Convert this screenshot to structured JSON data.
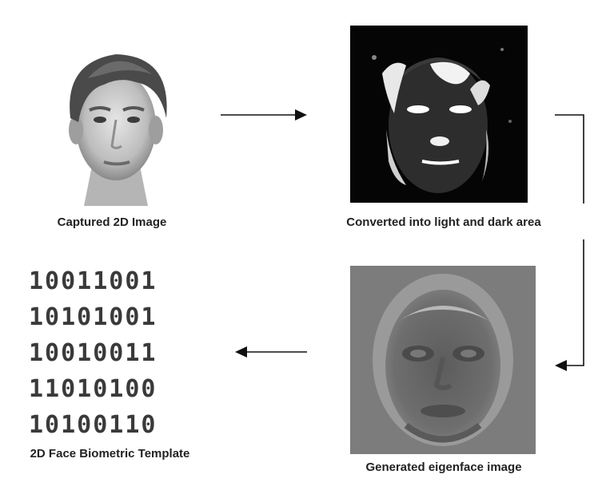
{
  "captions": {
    "captured": "Captured 2D Image",
    "converted": "Converted into light and dark area",
    "eigenface": "Generated eigenface image",
    "template": "2D Face Biometric Template"
  },
  "binary_rows": [
    "10011001",
    "10101001",
    "10010011",
    "11010100",
    "10100110"
  ],
  "colors": {
    "arrow": "#111111",
    "text": "#222222"
  },
  "images": {
    "captured": "grayscale-face-photo",
    "converted": "high-contrast-thresholded-face",
    "eigenface": "eigenface-gray-rendering"
  }
}
